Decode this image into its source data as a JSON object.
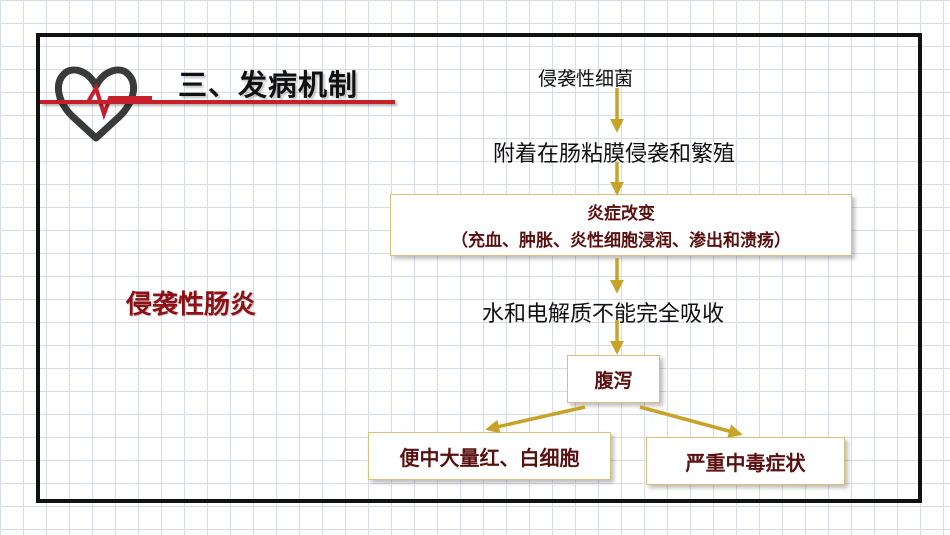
{
  "slide": {
    "title": "三、发病机制",
    "side_label": "侵袭性肠炎",
    "colors": {
      "accent_red": "#c8202a",
      "dark_red": "#8e1015",
      "arrow_gold": "#c9a227",
      "box_border": "#d9bf7c"
    },
    "icons": [
      "heart-pulse-icon"
    ]
  },
  "flow": {
    "step1": "侵袭性细菌",
    "step2": "附着在肠粘膜侵袭和繁殖",
    "step3_title": "炎症改变",
    "step3_detail": "（充血、肿胀、炎性细胞浸润、渗出和溃疡）",
    "step4": "水和电解质不能完全吸收",
    "step5": "腹泻",
    "branch_left": "便中大量红、白细胞",
    "branch_right": "严重中毒症状"
  }
}
